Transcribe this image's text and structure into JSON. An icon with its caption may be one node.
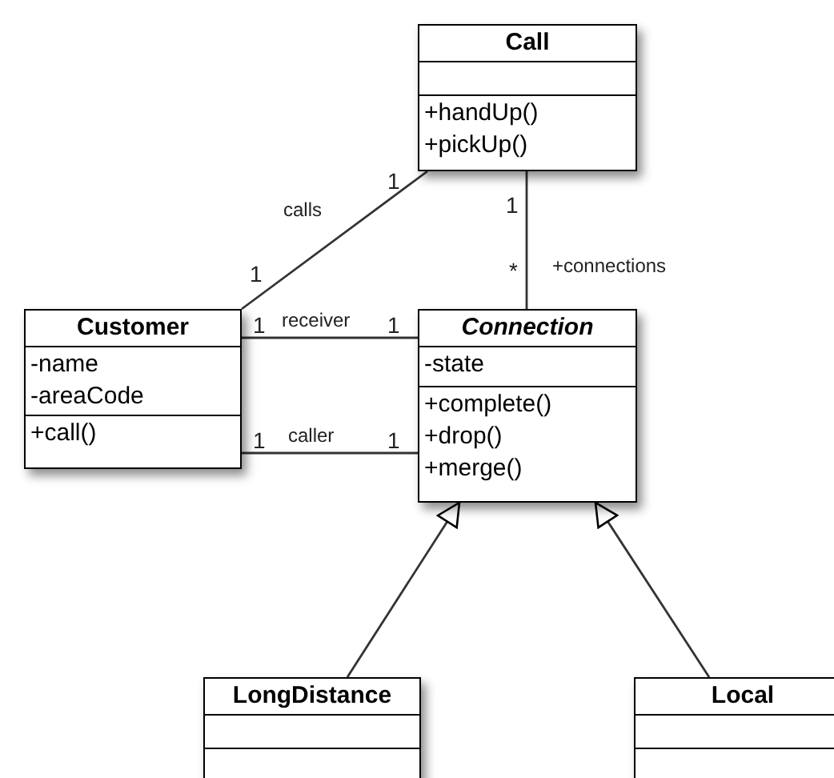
{
  "diagram": {
    "nodes": [
      {
        "text": [
          "Call",
          "+handUp()",
          "+pickUp()"
        ]
      },
      {
        "text": [
          "Customer",
          "-name",
          "-areaCode",
          "+call()"
        ]
      },
      {
        "text": [
          "Connection",
          "-state",
          "+complete()",
          "+drop()",
          "+merge()"
        ]
      },
      {
        "text": [
          "LongDistance"
        ]
      },
      {
        "text": [
          "Local"
        ]
      }
    ],
    "edges": [
      {
        "from": 1,
        "to": 0,
        "arrow": "none",
        "label": "calls"
      },
      {
        "from": 0,
        "to": 2,
        "arrow": "none",
        "label": "+connections"
      },
      {
        "from": 1,
        "to": 2,
        "arrow": "none",
        "label": "receiver"
      },
      {
        "from": 1,
        "to": 2,
        "arrow": "none",
        "label": "caller"
      },
      {
        "from": 3,
        "to": 2,
        "arrow": "to"
      },
      {
        "from": 4,
        "to": 2,
        "arrow": "to"
      }
    ],
    "labels": [
      "1",
      "1",
      "1",
      "*",
      "1",
      "1",
      "1",
      "1"
    ]
  }
}
